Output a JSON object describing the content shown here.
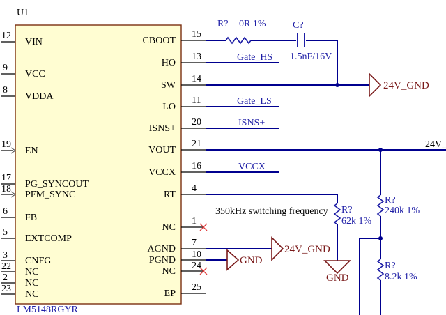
{
  "component": {
    "designator": "U1",
    "part_number": "LM5148RGYR",
    "left_pins": [
      {
        "num": "12",
        "name": "VIN"
      },
      {
        "num": "9",
        "name": "VCC"
      },
      {
        "num": "8",
        "name": "VDDA"
      },
      {
        "num": "19",
        "name": "EN"
      },
      {
        "num": "17",
        "name": "PG_SYNCOUT"
      },
      {
        "num": "18",
        "name": "PFM_SYNC"
      },
      {
        "num": "6",
        "name": "FB"
      },
      {
        "num": "5",
        "name": "EXTCOMP"
      },
      {
        "num": "3",
        "name": "CNFG"
      },
      {
        "num": "22",
        "name": "NC"
      },
      {
        "num": "2",
        "name": "NC"
      },
      {
        "num": "23",
        "name": "NC"
      }
    ],
    "right_pins": [
      {
        "num": "15",
        "name": "CBOOT"
      },
      {
        "num": "13",
        "name": "HO"
      },
      {
        "num": "14",
        "name": "SW"
      },
      {
        "num": "11",
        "name": "LO"
      },
      {
        "num": "20",
        "name": "ISNS+"
      },
      {
        "num": "21",
        "name": "VOUT"
      },
      {
        "num": "16",
        "name": "VCCX"
      },
      {
        "num": "4",
        "name": "RT"
      },
      {
        "num": "1",
        "name": "NC"
      },
      {
        "num": "7",
        "name": "AGND"
      },
      {
        "num": "10",
        "name": "PGND"
      },
      {
        "num": "24",
        "name": "NC"
      },
      {
        "num": "25",
        "name": "EP"
      }
    ]
  },
  "net_labels": {
    "gate_hs": "Gate_HS",
    "gate_ls": "Gate_LS",
    "isns": "ISNS+",
    "vccx": "VCCX"
  },
  "ports": {
    "sw_port": "24V_GND",
    "agnd_port": "24V_GND",
    "pgnd_port": "GND",
    "vout_port": "24V_"
  },
  "ground_symbol": "GND",
  "parts": {
    "r_cboot": {
      "designator": "R?",
      "value": "0R 1%"
    },
    "c_cboot": {
      "designator": "C?",
      "value": "1.5nF/16V"
    },
    "r_rt": {
      "designator": "R?",
      "value": "62k 1%"
    },
    "r_fb_top": {
      "designator": "R?",
      "value": "240k 1%"
    },
    "r_fb_bot": {
      "designator": "R?",
      "value": "8.2k 1%"
    }
  },
  "annotation": "350kHz switching frequency"
}
